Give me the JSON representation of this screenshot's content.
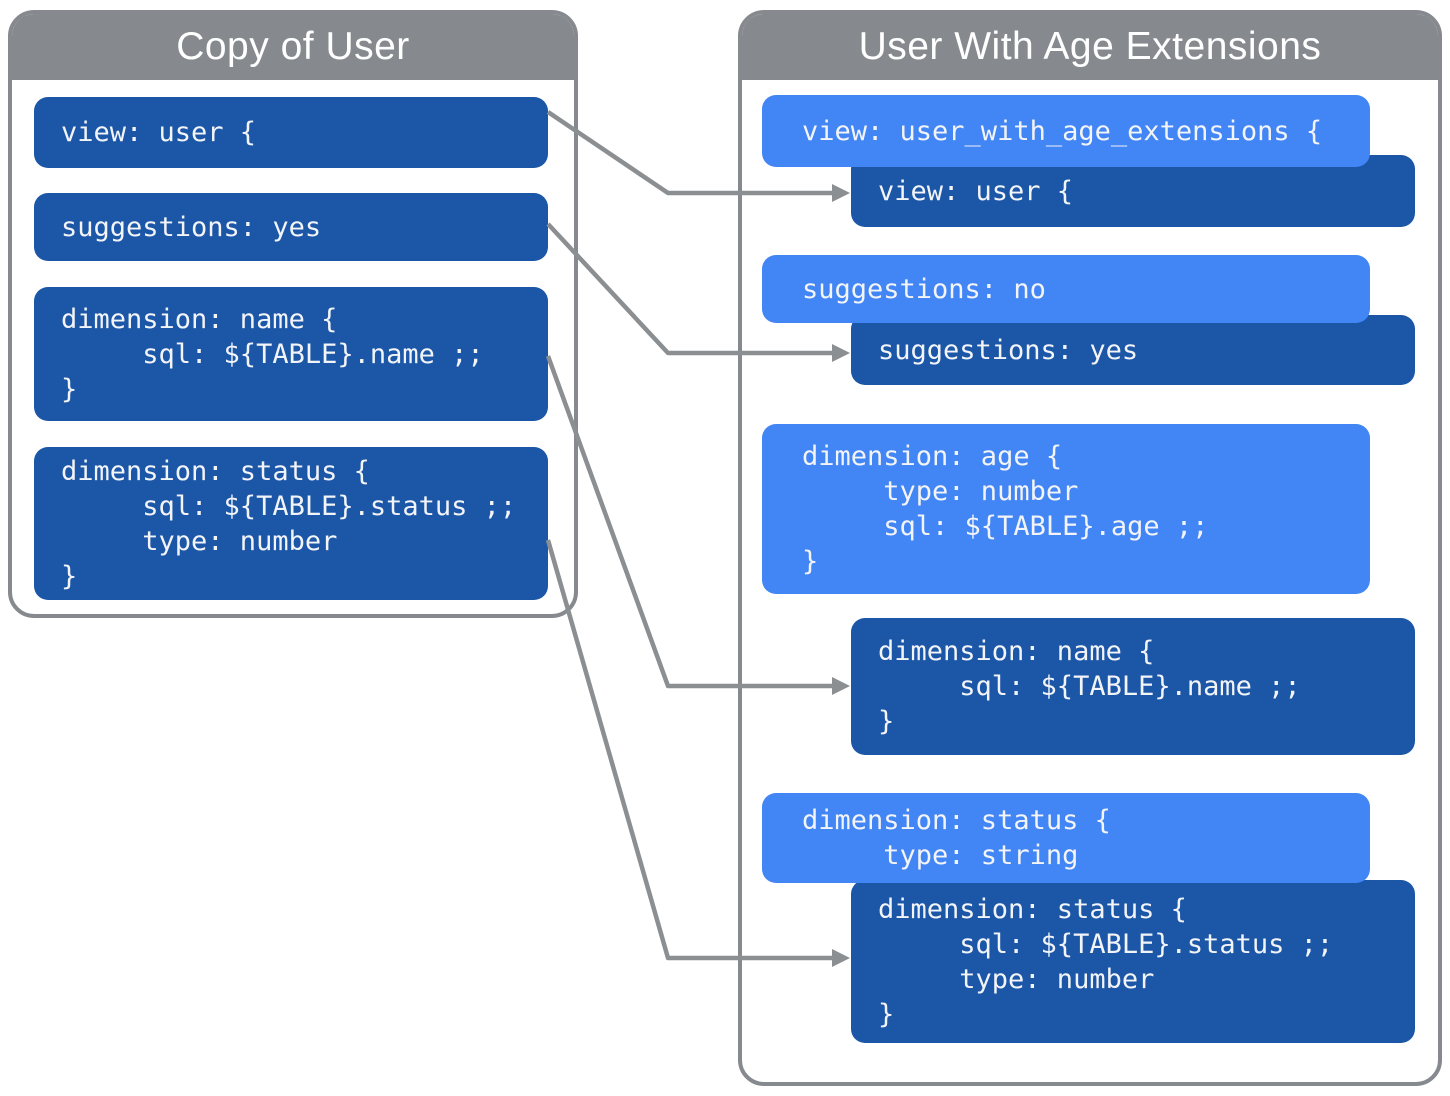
{
  "colors": {
    "panel_border": "#868a8f",
    "panel_header_bg": "#868a8f",
    "panel_header_text": "#ffffff",
    "dark_block_bg": "#1b56a7",
    "light_block_bg": "#4285f4",
    "code_text": "#f2f4f8",
    "arrow": "#8c8f92",
    "page_bg": "#ffffff"
  },
  "left_panel": {
    "title": "Copy of User",
    "blocks": [
      {
        "id": "view-user",
        "variant": "dark",
        "code": "view: user {"
      },
      {
        "id": "suggestions-yes",
        "variant": "dark",
        "code": "suggestions: yes"
      },
      {
        "id": "dimension-name",
        "variant": "dark",
        "code": "dimension: name {\n     sql: ${TABLE}.name ;;\n}"
      },
      {
        "id": "dimension-status",
        "variant": "dark",
        "code": "dimension: status {\n     sql: ${TABLE}.status ;;\n     type: number\n}"
      }
    ]
  },
  "right_panel": {
    "title": "User With Age Extensions",
    "blocks": [
      {
        "id": "view-extended",
        "variant": "light",
        "code": "view: user_with_age_extensions {"
      },
      {
        "id": "view-user-inherited",
        "variant": "dark",
        "code": "view: user {"
      },
      {
        "id": "suggestions-no",
        "variant": "light",
        "code": "suggestions: no"
      },
      {
        "id": "suggestions-yes-inherited",
        "variant": "dark",
        "code": "suggestions: yes"
      },
      {
        "id": "dimension-age",
        "variant": "light",
        "code": "dimension: age {\n     type: number\n     sql: ${TABLE}.age ;;\n}"
      },
      {
        "id": "dimension-name-inherited",
        "variant": "dark",
        "code": "dimension: name {\n     sql: ${TABLE}.name ;;\n}"
      },
      {
        "id": "dimension-status-override",
        "variant": "light",
        "code": "dimension: status {\n     type: string"
      },
      {
        "id": "dimension-status-inherited",
        "variant": "dark",
        "code": "dimension: status {\n     sql: ${TABLE}.status ;;\n     type: number\n}"
      }
    ]
  }
}
